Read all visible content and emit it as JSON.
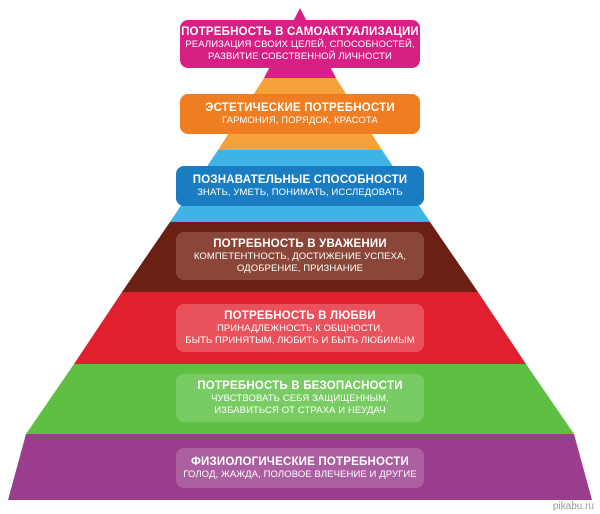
{
  "colors": {
    "top": "#cc1e7c",
    "top_box": "#d81f83",
    "aesthetic": "#f6a23a",
    "aesthetic_box": "#ef7d21",
    "cognitive": "#40b3e6",
    "cognitive_box": "#1a7dc1",
    "esteem": "#6a2013",
    "esteem_box": "#8a4638",
    "love": "#e1202f",
    "love_box": "#e9515b",
    "safety": "#5ebf43",
    "safety_box": "#79cb63",
    "physio": "#9a3d8c",
    "physio_box": "#ab5ea0"
  },
  "levels": [
    {
      "id": "self-actualization",
      "title": "ПОТРЕБНОСТЬ В САМОАКТУАЛИЗАЦИИ",
      "desc": [
        "РЕАЛИЗАЦИЯ СВОИХ ЦЕЛЕЙ, СПОСОБНОСТЕЙ,",
        "РАЗВИТИЕ СОБСТВЕННОЙ ЛИЧНОСТИ"
      ]
    },
    {
      "id": "aesthetic",
      "title": "ЭСТЕТИЧЕСКИЕ ПОТРЕБНОСТИ",
      "desc": [
        "ГАРМОНИЯ, ПОРЯДОК, КРАСОТА"
      ]
    },
    {
      "id": "cognitive",
      "title": "ПОЗНАВАТЕЛЬНЫЕ СПОСОБНОСТИ",
      "desc": [
        "ЗНАТЬ, УМЕТЬ, ПОНИМАТЬ, ИССЛЕДОВАТЬ"
      ]
    },
    {
      "id": "esteem",
      "title": "ПОТРЕБНОСТЬ В УВАЖЕНИИ",
      "desc": [
        "КОМПЕТЕНТНОСТЬ, ДОСТИЖЕНИЕ УСПЕХА,",
        "ОДОБРЕНИЕ, ПРИЗНАНИЕ"
      ]
    },
    {
      "id": "love",
      "title": "ПОТРЕБНОСТЬ В ЛЮБВИ",
      "desc": [
        "ПРИНАДЛЕЖНОСТЬ К ОБЩНОСТИ,",
        "БЫТЬ ПРИНЯТЫМ, ЛЮБИТЬ И БЫТЬ ЛЮБИМЫМ"
      ]
    },
    {
      "id": "safety",
      "title": "ПОТРЕБНОСТЬ В БЕЗОПАСНОСТИ",
      "desc": [
        "ЧУВСТВОВАТЬ СЕБЯ ЗАЩИЩЕННЫМ,",
        "ИЗБАВИТЬСЯ ОТ СТРАХА И НЕУДАЧ"
      ]
    },
    {
      "id": "physiological",
      "title": "ФИЗИОЛОГИЧЕСКИЕ ПОТРЕБНОСТИ",
      "desc": [
        "ГОЛОД, ЖАЖДА, ПОЛОВОЕ ВЛЕЧЕНИЕ И ДРУГИЕ"
      ]
    }
  ],
  "watermark": "pikabu.ru"
}
